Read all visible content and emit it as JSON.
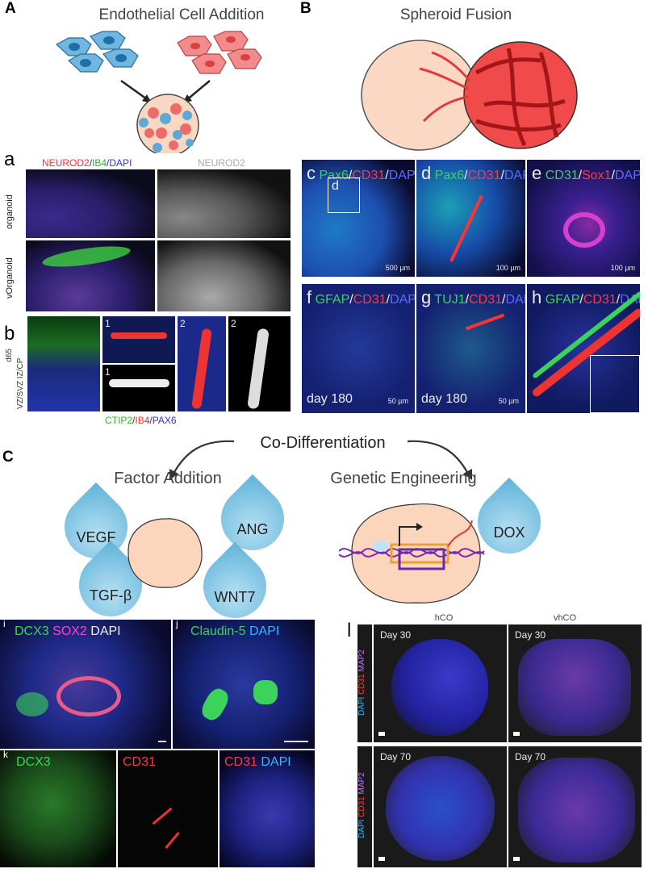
{
  "sectionA": {
    "label": "A",
    "title": "Endothelial Cell Addition"
  },
  "sectionB": {
    "label": "B",
    "title": "Spheroid Fusion"
  },
  "sectionC": {
    "label": "C",
    "center": "Co-Differentiation",
    "left": "Factor Addition",
    "right": "Genetic Engineering",
    "factors": [
      "VEGF",
      "ANG",
      "TGF-β",
      "WNT7"
    ],
    "dox": "DOX"
  },
  "panelA": {
    "label": "a",
    "stain_red": "NEUROD2",
    "stain_sep1": "/",
    "stain_green": "IB4",
    "stain_sep2": "/",
    "stain_blue": "DAPI",
    "stain_gray": "NEUROD2",
    "row1": "organoid",
    "row2": "vOrganoid"
  },
  "panelB": {
    "label": "b",
    "day": "d65",
    "zones": "VZ/SVZ  IZ/CP",
    "inset1": "1",
    "inset2": "2",
    "legend_green": "CTIP2",
    "legend_sep1": "/",
    "legend_red": "IB4",
    "legend_sep2": "/",
    "legend_blue": "PAX6"
  },
  "panelsB": [
    {
      "label": "c",
      "g": "Pax6",
      "r": "CD31",
      "b": "DAPI",
      "scale": "500 µm",
      "inset": "d"
    },
    {
      "label": "d",
      "g": "Pax6",
      "r": "CD31",
      "b": "DAPI",
      "scale": "100 µm"
    },
    {
      "label": "e",
      "g": "CD31",
      "r": "Sox1",
      "b": "DAPI",
      "scale": "100 µm"
    },
    {
      "label": "f",
      "g": "GFAP",
      "r": "CD31",
      "b": "DAPI",
      "day": "day 180",
      "scale": "50 µm"
    },
    {
      "label": "g",
      "g": "TUJ1",
      "r": "CD31",
      "b": "DAPI",
      "day": "day 180",
      "scale": "50 µm"
    },
    {
      "label": "h",
      "g": "GFAP",
      "r": "CD31",
      "b": "DAPI"
    }
  ],
  "panelI": {
    "label": "i",
    "g": "DCX3",
    "m": "SOX2",
    "b": "DAPI"
  },
  "panelJ": {
    "label": "j",
    "g": "Claudin-5",
    "b": "DAPI"
  },
  "panelK": {
    "label": "k",
    "g": "DCX3",
    "r1": "CD31",
    "r2": "CD31",
    "b": "DAPI"
  },
  "panelL": {
    "label": "l",
    "col1": "hCO",
    "col2": "vhCO",
    "day30": "Day 30",
    "day70": "Day 70",
    "side_b": "DAPI",
    "side_r": "CD31",
    "side_m": "MAP2"
  },
  "colors": {
    "red": "#ff3b3b",
    "green": "#3cd35a",
    "blue": "#5a6cff",
    "magenta": "#ff44c8",
    "cyan": "#33b6ff"
  }
}
